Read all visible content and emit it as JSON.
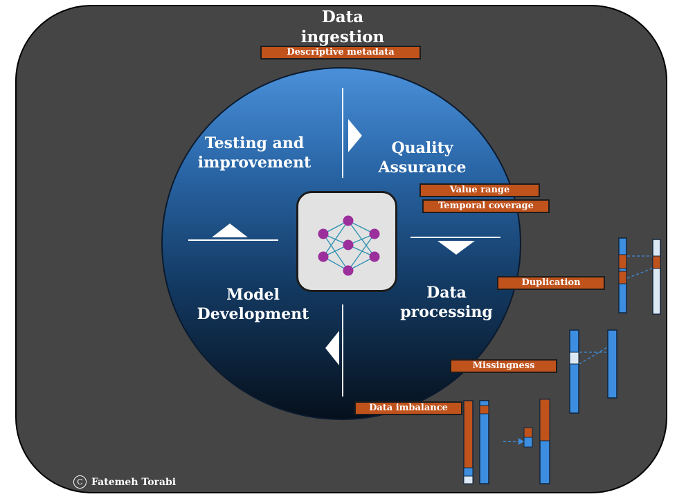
{
  "stages": {
    "ingestion": [
      "Data",
      "ingestion"
    ],
    "quality": [
      "Quality",
      "Assurance"
    ],
    "processing": [
      "Data",
      "processing"
    ],
    "model": [
      "Model",
      "Development"
    ],
    "testing": [
      "Testing and",
      "improvement"
    ]
  },
  "tags": {
    "descriptive_metadata": "Descriptive metadata",
    "value_range": "Value range",
    "temporal_coverage": "Temporal coverage",
    "duplication": "Duplication",
    "missingness": "Missingness",
    "data_imbalance": "Data imbalance"
  },
  "credit": {
    "symbol": "C",
    "author": "Fatemeh Torabi"
  },
  "colors": {
    "panel": "#454545",
    "tag": "#c0521c",
    "bar_blue": "#3d8ee0",
    "bar_light": "#dce9f4",
    "node": "#9b2f9b",
    "edge": "#2a8fb0"
  },
  "icons": {
    "center": "neural-network-icon",
    "credit": "copyright-icon"
  }
}
